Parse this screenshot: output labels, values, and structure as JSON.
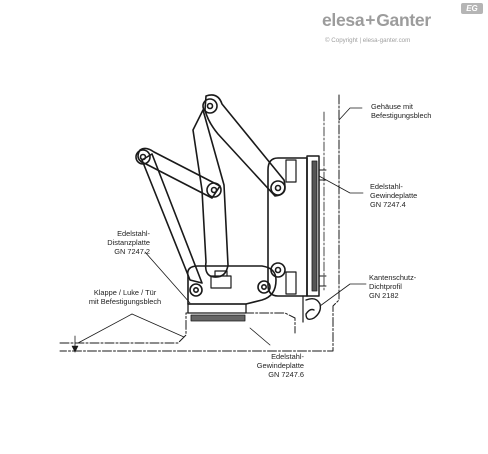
{
  "logo": {
    "brand_left": "elesa",
    "plus": "+",
    "brand_right": "Ganter",
    "badge": "EG",
    "copyright": "© Copyright | elesa-ganter.com"
  },
  "labels": {
    "housing": [
      "Gehäuse mit",
      "Befestigungsblech"
    ],
    "threaded_plate_top": [
      "Edelstahl-",
      "Gewindeplatte",
      "GN 7247.4"
    ],
    "spacer_plate": [
      "Edelstahl-",
      "Distanzplatte",
      "GN 7247.2"
    ],
    "door": [
      "Klappe / Luke / Tür",
      "mit Befestigungsblech"
    ],
    "edge_seal": [
      "Kantenschutz-",
      "Dichtprofil",
      "GN 2182"
    ],
    "threaded_plate_bottom": [
      "Edelstahl-",
      "Gewindeplatte",
      "GN 7247.6"
    ]
  },
  "colors": {
    "line": "#1a1a1a",
    "logo_gray": "#9c9c9c"
  }
}
